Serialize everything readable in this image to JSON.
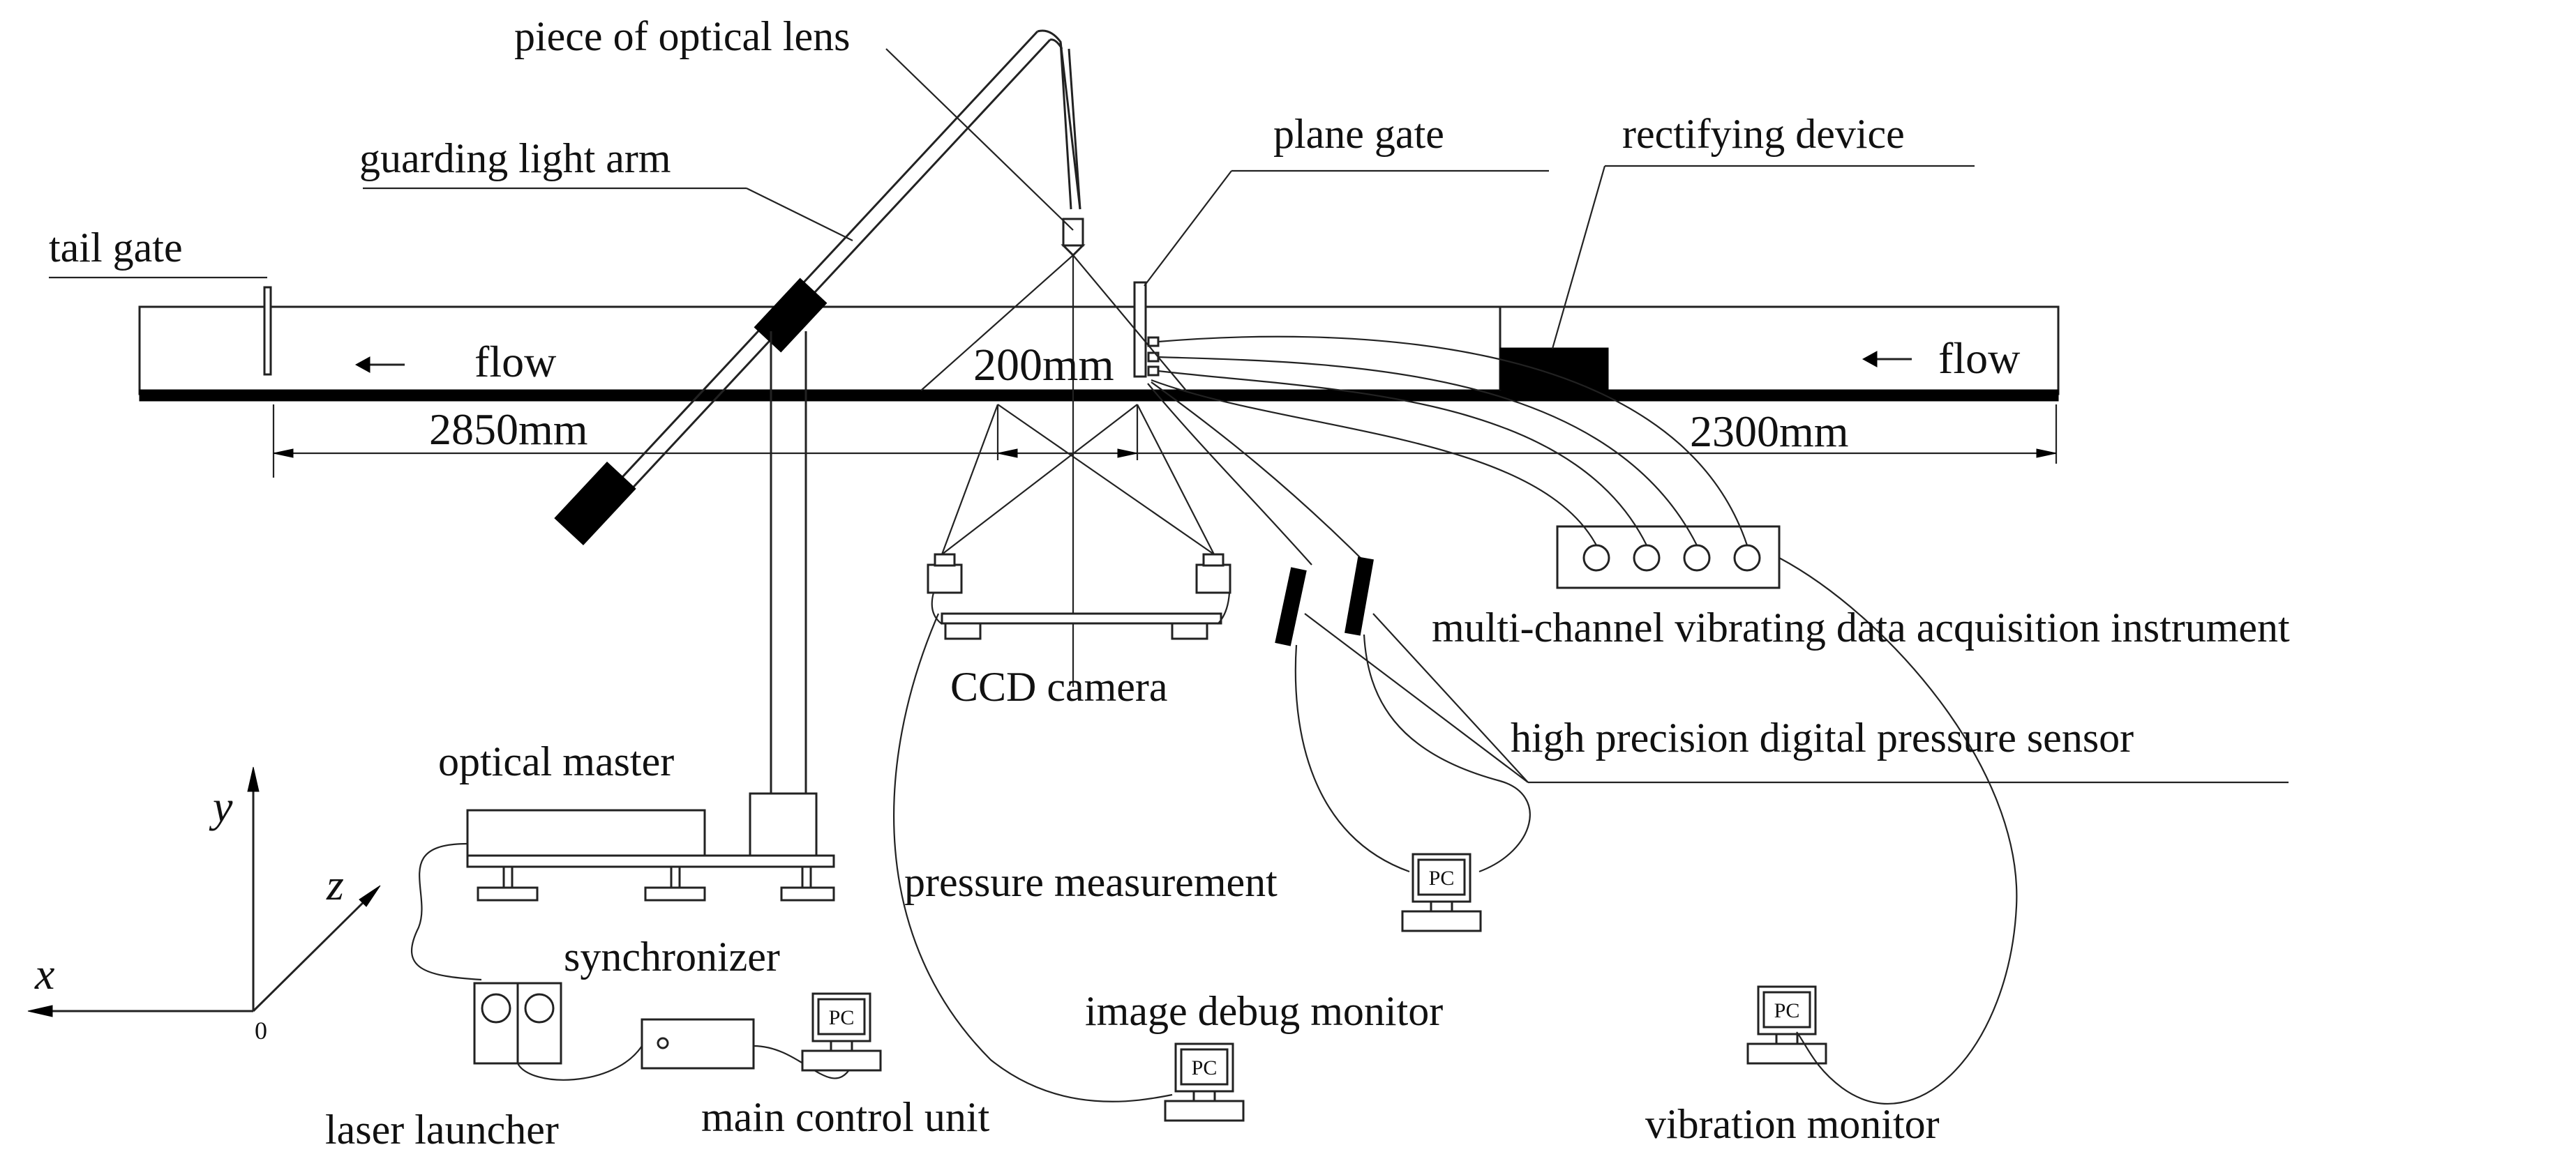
{
  "labels": {
    "optical_lens": "piece of optical lens",
    "light_arm": "guarding light arm",
    "plane_gate": "plane gate",
    "rectifying": "rectifying device",
    "tail_gate": "tail gate",
    "flow_left": "flow",
    "flow_right": "flow",
    "dim_200": "200mm",
    "dim_2850": "2850mm",
    "dim_2300": "2300mm",
    "ccd_camera": "CCD camera",
    "multichannel": "multi-channel vibrating data acquisition  instrument",
    "pressure_sensor": "high precision digital pressure sensor",
    "optical_master": "optical master",
    "pressure_measurement": "pressure measurement",
    "synchronizer": "synchronizer",
    "image_debug": "image debug monitor",
    "laser_launcher": "laser launcher",
    "main_control": "main control unit",
    "vibration_monitor": "vibration monitor",
    "axis_x": "x",
    "axis_y": "y",
    "axis_z": "z",
    "origin": "0",
    "pc": "PC"
  }
}
